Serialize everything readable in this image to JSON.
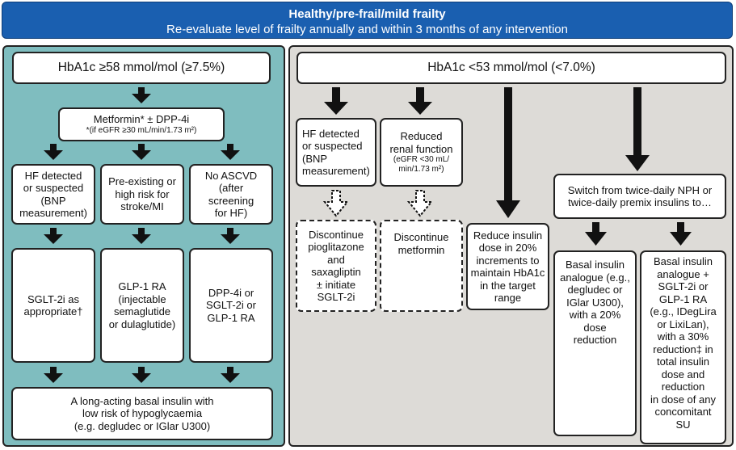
{
  "header": {
    "title": "Healthy/pre-frail/mild frailty",
    "subtitle": "Re-evaluate level of frailty annually and within 3 months of any intervention"
  },
  "left": {
    "top_box": "HbA1c ≥58 mmol/mol (≥7.5%)",
    "metformin": {
      "line1": "Metformin* ± DPP-4i",
      "line2": "*(if eGFR ≥30 mL/min/1.73 m²)"
    },
    "conditions": [
      "HF detected\nor suspected\n(BNP\nmeasurement)",
      "Pre-existing or\nhigh risk for\nstroke/MI",
      "No ASCVD\n(after\nscreening\nfor HF)"
    ],
    "treatments": [
      "SGLT-2i as\nappropriate†",
      "GLP-1 RA\n(injectable\nsemaglutide\nor dulaglutide)",
      "DPP-4i or\nSGLT-2i or\nGLP-1 RA"
    ],
    "bottom_box": "A long-acting basal insulin with\nlow risk of hypoglycaemia\n(e.g. degludec or IGlar U300)"
  },
  "right": {
    "top_box": "HbA1c <53 mmol/mol (<7.0%)",
    "hf": "HF detected\nor suspected\n(BNP\nmeasurement)",
    "renal": {
      "line1": "Reduced\nrenal function",
      "line2": "(eGFR <30 mL/\nmin/1.73 m²)"
    },
    "discontinue_pio": "Discontinue\npioglitazone\nand\nsaxagliptin\n± initiate\nSGLT-2i",
    "discontinue_met": "Discontinue\nmetformin",
    "reduce_insulin": "Reduce insulin\ndose in 20%\nincrements to\nmaintain HbA1c\nin the target\nrange",
    "switch": "Switch from twice-daily NPH or\ntwice-daily premix insulins to…",
    "basal": "Basal insulin\nanalogue (e.g.,\ndegludec or\nIGlar U300),\nwith a 20%\ndose\nreduction",
    "basal_plus": "Basal insulin\nanalogue +\nSGLT-2i or\nGLP-1 RA\n(e.g., IDegLira\nor LixiLan),\nwith a 30%\nreduction‡ in\ntotal insulin\ndose and\nreduction\nin dose of any\nconcomitant\nSU"
  }
}
